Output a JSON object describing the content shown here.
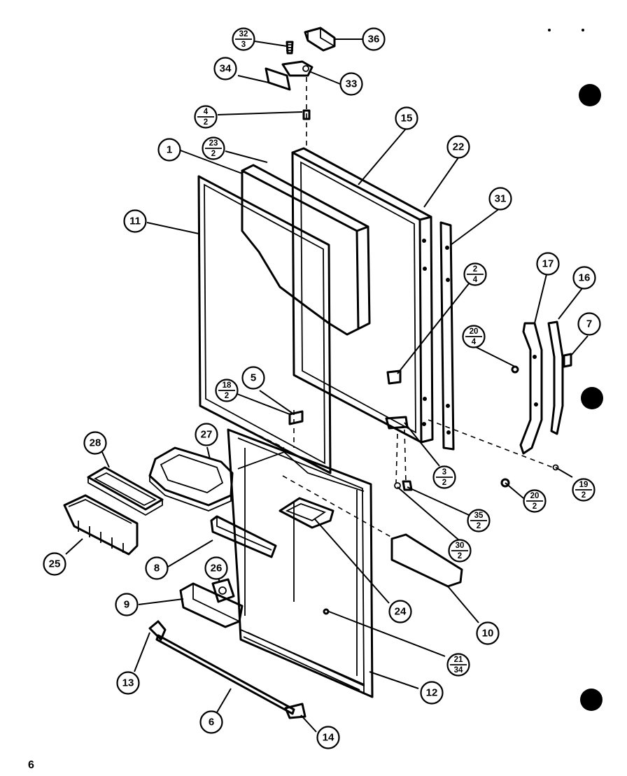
{
  "page": {
    "number": "6"
  },
  "callouts": [
    {
      "id": "c36",
      "label": "36"
    },
    {
      "id": "c32",
      "top": "32",
      "bottom": "3"
    },
    {
      "id": "c34",
      "label": "34"
    },
    {
      "id": "c33",
      "label": "33"
    },
    {
      "id": "c4",
      "top": "4",
      "bottom": "2"
    },
    {
      "id": "c15",
      "label": "15"
    },
    {
      "id": "c1",
      "label": "1"
    },
    {
      "id": "c23",
      "top": "23",
      "bottom": "2"
    },
    {
      "id": "c22",
      "label": "22"
    },
    {
      "id": "c31",
      "label": "31"
    },
    {
      "id": "c11",
      "label": "11"
    },
    {
      "id": "c2",
      "top": "2",
      "bottom": "4"
    },
    {
      "id": "c17",
      "label": "17"
    },
    {
      "id": "c16",
      "label": "16"
    },
    {
      "id": "c7",
      "label": "7"
    },
    {
      "id": "c20a",
      "top": "20",
      "bottom": "4"
    },
    {
      "id": "c5",
      "label": "5"
    },
    {
      "id": "c18",
      "top": "18",
      "bottom": "2"
    },
    {
      "id": "c27",
      "label": "27"
    },
    {
      "id": "c28",
      "label": "28"
    },
    {
      "id": "c3",
      "top": "3",
      "bottom": "2"
    },
    {
      "id": "c19",
      "top": "19",
      "bottom": "2"
    },
    {
      "id": "c20b",
      "top": "20",
      "bottom": "2"
    },
    {
      "id": "c35",
      "top": "35",
      "bottom": "2"
    },
    {
      "id": "c30",
      "top": "30",
      "bottom": "2"
    },
    {
      "id": "c25",
      "label": "25"
    },
    {
      "id": "c8",
      "label": "8"
    },
    {
      "id": "c26",
      "label": "26"
    },
    {
      "id": "c24",
      "label": "24"
    },
    {
      "id": "c10",
      "label": "10"
    },
    {
      "id": "c9",
      "label": "9"
    },
    {
      "id": "c21",
      "top": "21",
      "bottom": "34"
    },
    {
      "id": "c13",
      "label": "13"
    },
    {
      "id": "c12",
      "label": "12"
    },
    {
      "id": "c6",
      "label": "6"
    },
    {
      "id": "c14",
      "label": "14"
    }
  ]
}
